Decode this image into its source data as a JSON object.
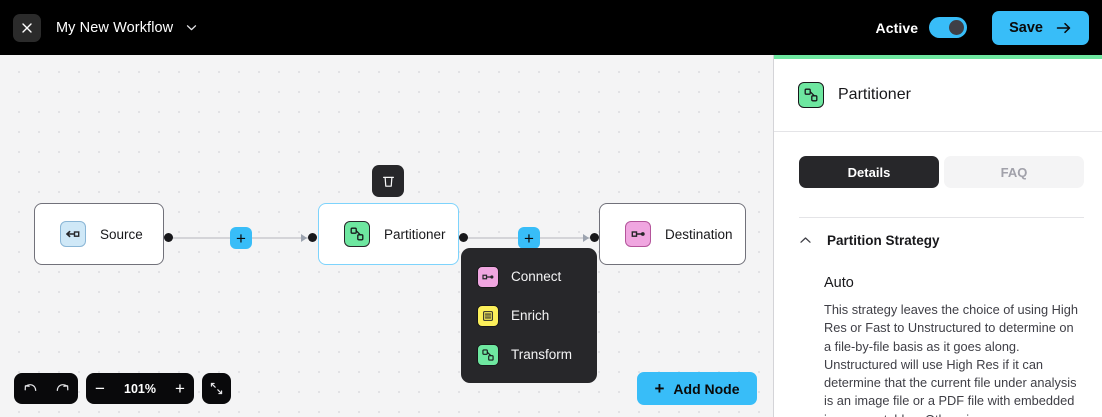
{
  "topbar": {
    "close_icon": "close-icon",
    "workflow_title": "My New Workflow",
    "caret_icon": "chevron-down-icon",
    "active_label": "Active",
    "active_on": true,
    "save_label": "Save",
    "save_arrow_icon": "arrow-right-icon",
    "accent_color": "#38bdf8",
    "background_color": "#000000"
  },
  "canvas": {
    "nodes": [
      {
        "id": "source",
        "label": "Source",
        "icon": "source-node-icon",
        "icon_color": "#cfe8f7",
        "selected": false
      },
      {
        "id": "partitioner",
        "label": "Partitioner",
        "icon": "partitioner-node-icon",
        "icon_color": "#6ee7a0",
        "selected": true
      },
      {
        "id": "destination",
        "label": "Destination",
        "icon": "destination-node-icon",
        "icon_color": "#f0a6e0",
        "selected": false
      }
    ],
    "edge_plus_label": "+",
    "trash_icon": "trash-icon",
    "context_menu": [
      {
        "label": "Connect",
        "icon": "connect-icon",
        "icon_color": "#f0a6e0"
      },
      {
        "label": "Enrich",
        "icon": "enrich-icon",
        "icon_color": "#fbef5a"
      },
      {
        "label": "Transform",
        "icon": "transform-icon",
        "icon_color": "#6ee7a0"
      }
    ]
  },
  "toolbar": {
    "undo_icon": "undo-icon",
    "redo_icon": "redo-icon",
    "zoom_out_label": "−",
    "zoom_level": "101%",
    "zoom_in_label": "+",
    "fit_view_icon": "fit-view-icon",
    "add_node_label": "Add Node",
    "add_node_plus": "+"
  },
  "panel": {
    "accent_color": "#6ee7a0",
    "title": "Partitioner",
    "title_icon": "partitioner-node-icon",
    "tabs": [
      {
        "label": "Details",
        "active": true
      },
      {
        "label": "FAQ",
        "active": false
      }
    ],
    "section": {
      "collapse_icon": "chevron-up-icon",
      "title": "Partition Strategy",
      "strategy_name": "Auto",
      "strategy_description": "This strategy leaves the choice of using High Res or Fast to Unstructured to determine on a file-by-file basis as it goes along. Unstructured will use High Res if it can determine that the current file under analysis is an image file or a PDF file with embedded images or tables. Otherwise"
    }
  }
}
